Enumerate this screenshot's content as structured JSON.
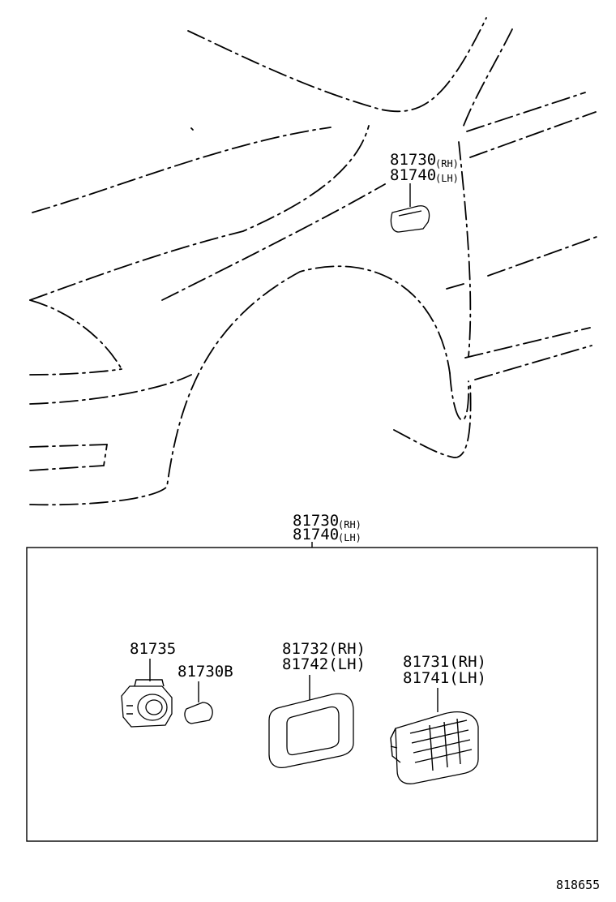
{
  "callout_top": {
    "line1_num": "81730",
    "line1_suffix": "(RH)",
    "line2_num": "81740",
    "line2_suffix": "(LH)"
  },
  "assembly": {
    "line1_num": "81730",
    "line1_suffix": "(RH)",
    "line2_num": "81740",
    "line2_suffix": "(LH)"
  },
  "parts": {
    "socket": "81735",
    "bulb": "81730B",
    "gasket_line1": "81732(RH)",
    "gasket_line2": "81742(LH)",
    "lens_line1": "81731(RH)",
    "lens_line2": "81741(LH)"
  },
  "figure_id": "818655"
}
